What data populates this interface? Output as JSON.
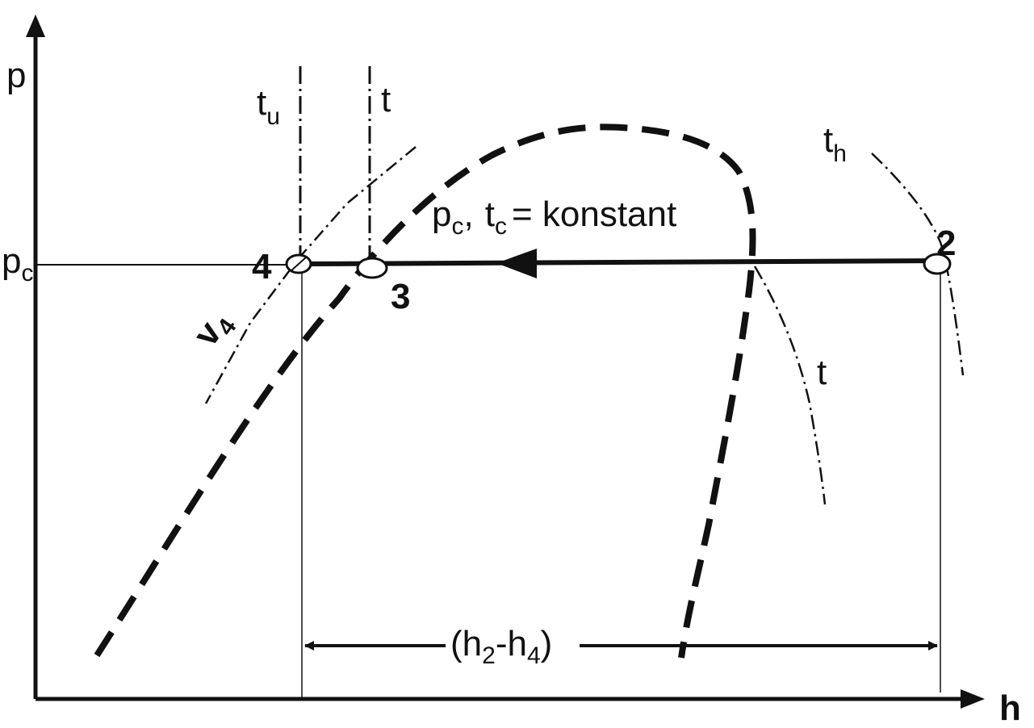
{
  "axes": {
    "y_label": "p",
    "x_label": "h"
  },
  "pressure_level": {
    "main": "p",
    "sub": "c"
  },
  "isotherm_labels": {
    "tu_main": "t",
    "tu_sub": "u",
    "t_top": "t",
    "th_main": "t",
    "th_sub": "h",
    "t_right": "t"
  },
  "condensation_label": {
    "p": "p",
    "p_sub": "c",
    "comma": ",",
    "t": "t",
    "t_sub": "c",
    "rest": "= konstant"
  },
  "volume_label": {
    "main": "v",
    "sub": "4"
  },
  "points": {
    "p2": "2",
    "p3": "3",
    "p4": "4"
  },
  "enthalpy_difference": {
    "open": "(h",
    "s1": "2",
    "dash": "-h",
    "s2": "4",
    "close": ")"
  },
  "colors": {
    "ink": "#111111",
    "background": "#ffffff"
  }
}
